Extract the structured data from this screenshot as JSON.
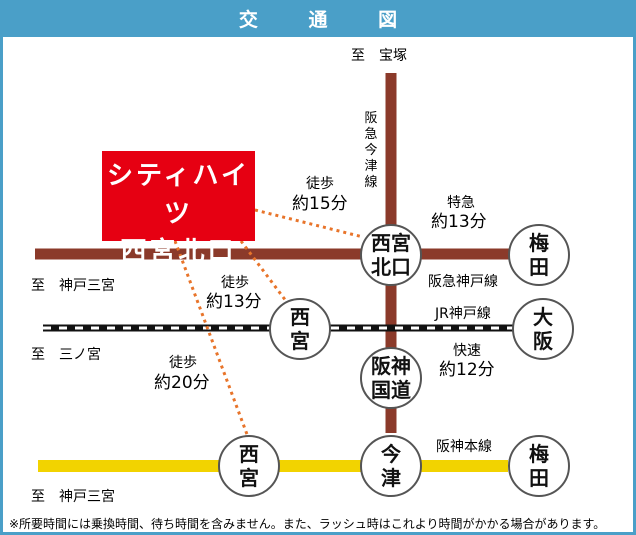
{
  "title": "交 通 図",
  "property": {
    "line1": "シティハイツ",
    "line2": "西宮北口"
  },
  "stations": {
    "nishinomiya_kitaguchi": [
      "西宮",
      "北口"
    ],
    "nishinomiya_jr": "西　宮",
    "hanshin_kokudo": [
      "阪神",
      "国道"
    ],
    "nishinomiya_hanshin": "西　宮",
    "imazu": "今　津",
    "umeda_hankyu": "梅　田",
    "osaka": "大　阪",
    "umeda_hanshin": "梅　田"
  },
  "labels": {
    "to_takarazuka": "至　宝塚",
    "to_kobe_sannomiya_1": "至　神戸三宮",
    "to_sannomiya_jr": "至　三ノ宮",
    "to_kobe_sannomiya_2": "至　神戸三宮",
    "imazu_line": "阪急今津線",
    "hankyu_kobe_line": "阪急神戸線",
    "jr_kobe_line": "JR神戸線",
    "hanshin_main_line": "阪神本線",
    "express": "特急",
    "express_time": "約13分",
    "rapid": "快速",
    "rapid_time": "約12分",
    "walk1": "徒歩",
    "walk1_time": "約15分",
    "walk2": "徒歩",
    "walk2_time": "約13分",
    "walk3": "徒歩",
    "walk3_time": "約20分"
  },
  "note": "※所要時間には乗換時間、待ち時間を含みません。また、ラッシュ時はこれより時間がかかる場合があります。",
  "colors": {
    "frame": "#4a9fc8",
    "hankyu": "#8b3a2a",
    "hanshin": "#f2d300",
    "walk": "#e8742a",
    "property": "#e60012"
  }
}
